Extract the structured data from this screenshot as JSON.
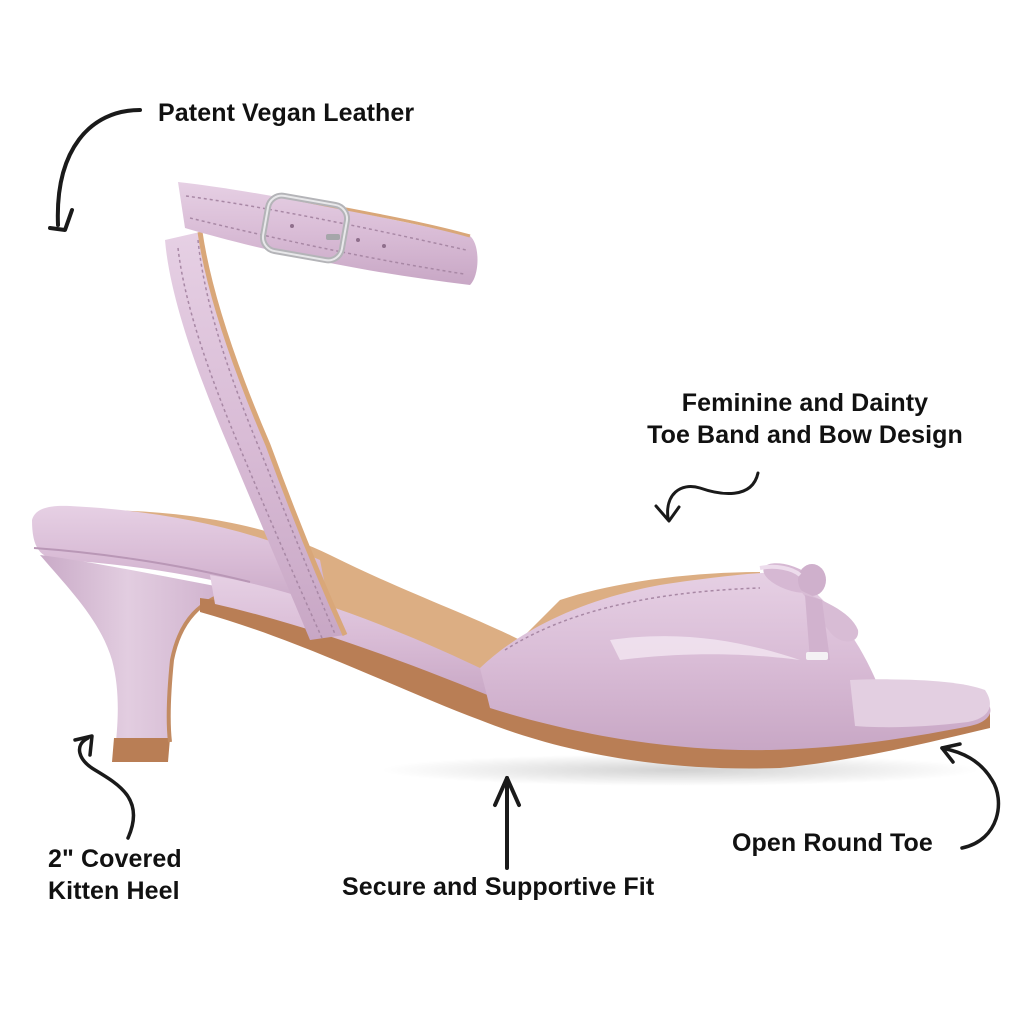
{
  "product": {
    "name": "Kitten heel ankle-strap sandal with bow",
    "colors": {
      "upper": "#d9bcd6",
      "upper_shadow": "#c4a2c2",
      "upper_highlight": "#efe0ee",
      "lining": "#d9a779",
      "sole": "#b97e55",
      "buckle": "#b8b8bc",
      "arrow": "#1a1a1a",
      "text": "#111111",
      "background": "#ffffff"
    }
  },
  "callouts": [
    {
      "id": "patent",
      "lines": [
        "Patent Vegan Leather"
      ],
      "icon": "curved-arrow-down-icon"
    },
    {
      "id": "toe-band",
      "lines": [
        "Feminine and Dainty",
        "Toe Band and Bow Design"
      ],
      "icon": "wavy-arrow-down-left-icon"
    },
    {
      "id": "heel",
      "lines": [
        "2\" Covered",
        "Kitten Heel"
      ],
      "icon": "curved-arrow-up-icon"
    },
    {
      "id": "fit",
      "lines": [
        "Secure and Supportive Fit"
      ],
      "icon": "straight-arrow-up-icon"
    },
    {
      "id": "toe",
      "lines": [
        "Open Round Toe"
      ],
      "icon": "curved-arrow-up-left-icon"
    }
  ]
}
